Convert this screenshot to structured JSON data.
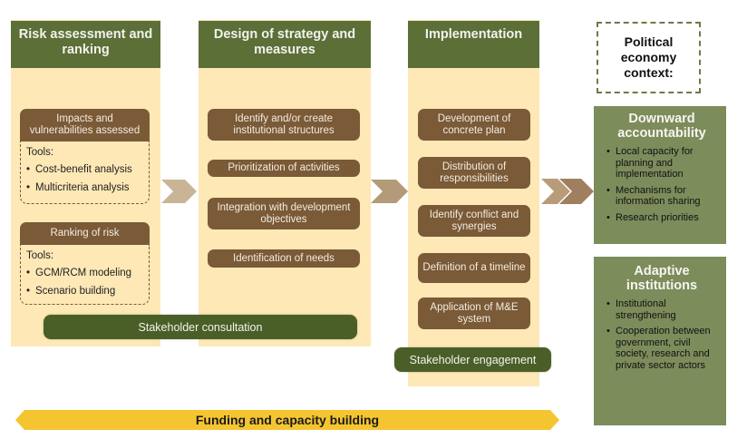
{
  "columns": [
    {
      "title": "Risk assessment and ranking",
      "groups": [
        {
          "header": "Impacts and vulnerabilities assessed",
          "tools_label": "Tools:",
          "tools": [
            "Cost-benefit analysis",
            "Multicriteria analysis"
          ]
        },
        {
          "header": "Ranking of risk",
          "tools_label": "Tools:",
          "tools": [
            "GCM/RCM modeling",
            "Scenario building"
          ]
        }
      ]
    },
    {
      "title": "Design of strategy and measures",
      "items": [
        "Identify and/or create institutional structures",
        "Prioritization of activities",
        "Integration with development objectives",
        "Identification of needs"
      ]
    },
    {
      "title": "Implementation",
      "items": [
        "Development of concrete plan",
        "Distribution of responsibilities",
        "Identify conflict and synergies",
        "Definition of a timeline",
        "Application of M&E system"
      ]
    }
  ],
  "bars": {
    "stakeholder_consultation": "Stakeholder consultation",
    "stakeholder_engagement": "Stakeholder engagement",
    "funding": "Funding and capacity building"
  },
  "context": {
    "title": "Political economy context:",
    "boxes": [
      {
        "title": "Downward accountability",
        "items": [
          "Local capacity for planning and implementation",
          "Mechanisms for information sharing",
          "Research priorities"
        ]
      },
      {
        "title": "Adaptive institutions",
        "items": [
          "Institutional strengthening",
          "Cooperation between government, civil society, research and private sector actors"
        ]
      }
    ]
  },
  "arrows": {
    "icon": "chevron-right-icon",
    "double_icon": "double-chevron-right-icon"
  },
  "colors": {
    "column_bg": "#fde8b6",
    "header_green": "#5b6f37",
    "pill_brown": "#7a5a37",
    "bar_green": "#4a5f27",
    "side_green": "#7d8c5b",
    "funding_yellow": "#f5c531",
    "arrow_tan": "#c4ad8e"
  }
}
